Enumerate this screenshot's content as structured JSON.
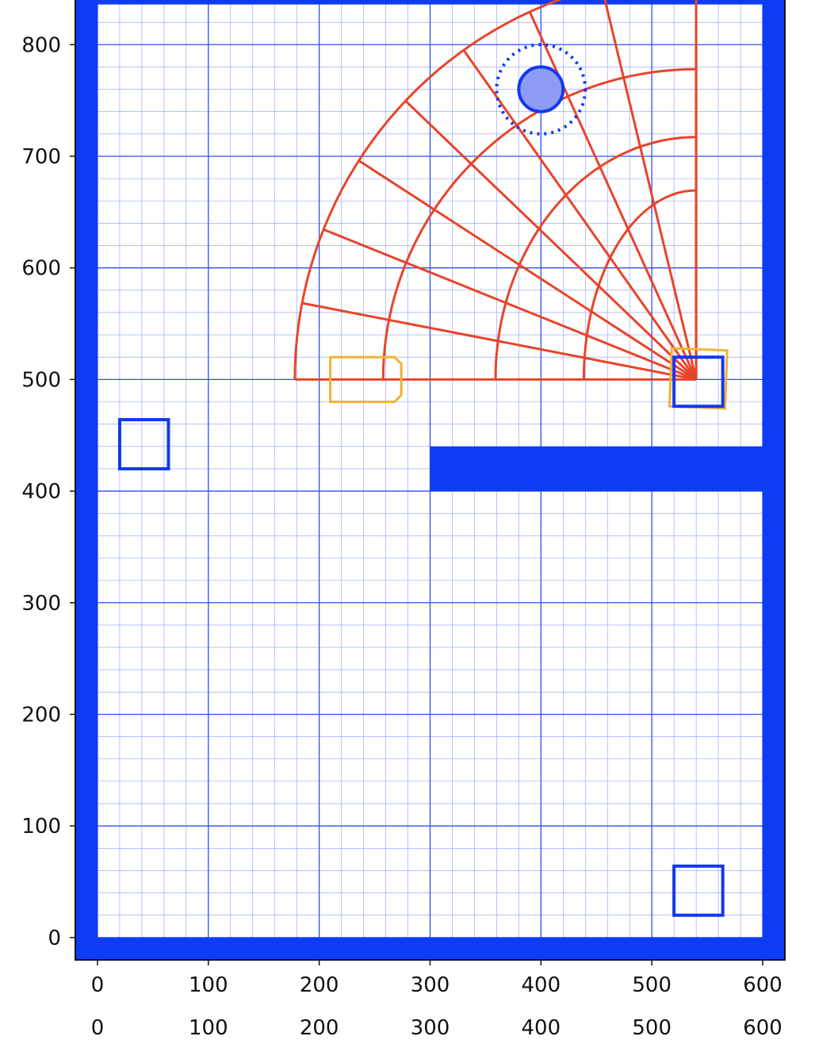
{
  "chart_data": {
    "type": "map",
    "xlim": [
      -20,
      620
    ],
    "ylim": [
      -20,
      840
    ],
    "x_ticks": [
      0,
      100,
      200,
      300,
      400,
      500,
      600
    ],
    "x_tick_labels": [
      "0",
      "100",
      "200",
      "300",
      "400",
      "500",
      "600"
    ],
    "x_tick_labels_second_row": [
      "0",
      "100",
      "200",
      "300",
      "400",
      "500",
      "600"
    ],
    "y_ticks": [
      0,
      100,
      200,
      300,
      400,
      500,
      600,
      700,
      800
    ],
    "y_tick_labels": [
      "0",
      "100",
      "200",
      "300",
      "400",
      "500",
      "600",
      "700",
      "800"
    ],
    "grid": {
      "major_step": 100,
      "minor_step": 20,
      "major_color": "#2f4ff2",
      "minor_color": "#8c9cf7"
    },
    "walls": {
      "color": "#0d3cf5",
      "rects": [
        {
          "x0": -20,
          "y0": -20,
          "x1": 0,
          "y1": 840
        },
        {
          "x0": 600,
          "y0": -20,
          "x1": 620,
          "y1": 840
        },
        {
          "x0": -20,
          "y0": -20,
          "x1": 620,
          "y1": 0
        },
        {
          "x0": -20,
          "y0": 836,
          "x1": 620,
          "y1": 840
        },
        {
          "x0": 300,
          "y0": 400,
          "x1": 620,
          "y1": 440
        }
      ]
    },
    "goal_squares": {
      "color": "#1238f0",
      "items": [
        {
          "x": 20,
          "y": 420,
          "w": 44,
          "h": 44
        },
        {
          "x": 520,
          "y": 20,
          "w": 44,
          "h": 44
        },
        {
          "x": 520,
          "y": 476,
          "w": 44,
          "h": 44
        }
      ]
    },
    "agent": {
      "x": 400,
      "y": 760,
      "r": 20,
      "sensor_r": 40,
      "fill": "#8c9cf5",
      "stroke": "#1238f0"
    },
    "sensor_fan": {
      "color": "#e8442a",
      "origin": [
        540,
        500
      ],
      "radius": 362,
      "start_deg": 90,
      "end_deg": 180,
      "ray_angles_deg": [
        180,
        169.1,
        158.2,
        147.2,
        136.4,
        125.4,
        114.5,
        103.6,
        90
      ],
      "arc_radii_ratio": [
        0.28,
        0.5,
        0.78,
        1.0
      ]
    },
    "obstacle_outlines": {
      "color": "#f0b236",
      "items": [
        {
          "points": [
            [
              210,
              480
            ],
            [
              210,
              520
            ],
            [
              268,
              520
            ],
            [
              274,
              514
            ],
            [
              274,
              486
            ],
            [
              268,
              480
            ]
          ]
        },
        {
          "points": [
            [
              518,
              528
            ],
            [
              568,
              526
            ],
            [
              566,
              474
            ],
            [
              516,
              476
            ]
          ]
        }
      ]
    }
  }
}
